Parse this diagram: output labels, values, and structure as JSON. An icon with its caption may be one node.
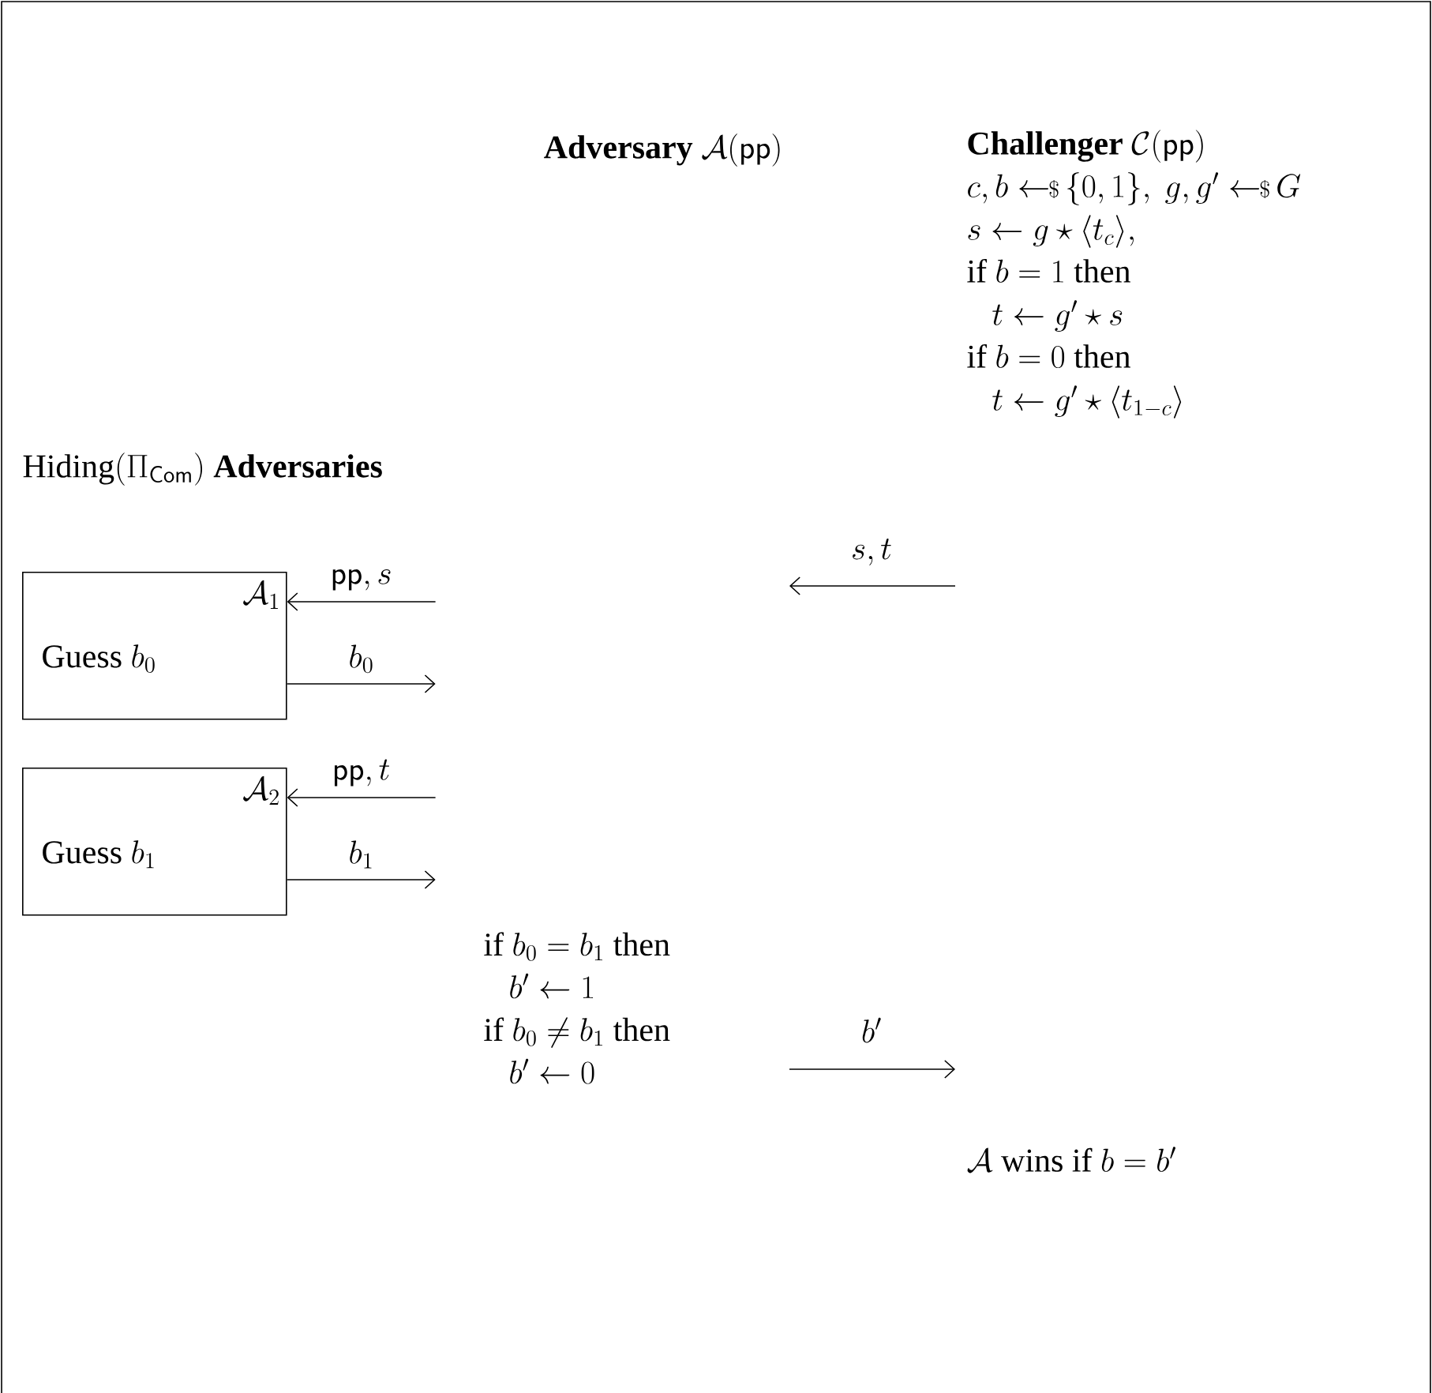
{
  "diagram": {
    "nodes": [
      {
        "text": [
          "\\textbf{Challenger}\\ \\mathcal{C}(\\mathsf{pp})",
          "c,b \\leftarrow\\!\\!{\\scriptstyle\\$}\\, \\{0,1\\},\\ g,g' \\leftarrow\\!\\!{\\scriptstyle\\$}\\, G",
          "s \\leftarrow g \\star \\langle t_c \\rangle,",
          "\\mathrm{if}\\ b=1\\ \\mathrm{then}",
          "t \\leftarrow g' \\star s",
          "\\mathrm{if}\\ b=0\\ \\mathrm{then}",
          "t \\leftarrow g' \\star \\langle t_{1-c} \\rangle"
        ]
      },
      {
        "text": [
          "\\mathcal{A}_1",
          "\\mathrm{Guess}\\ b_0"
        ]
      },
      {
        "text": [
          "\\mathcal{A}_2",
          "\\mathrm{Guess}\\ b_1"
        ]
      },
      {
        "text": [
          "\\mathrm{if}\\ b_0=b_1\\ \\mathrm{then}",
          "b' \\leftarrow 1",
          "\\mathrm{if}\\ b_0\\neq b_1\\ \\mathrm{then}",
          "b' \\leftarrow 0"
        ]
      },
      {
        "text": [
          "\\mathcal{A}\\ \\mathrm{wins\\ if}\\ b=b'"
        ]
      }
    ],
    "edges": [
      {
        "from": null,
        "to": 1,
        "arrow": "to",
        "label": "\\mathsf{pp},s"
      },
      {
        "from": 1,
        "to": null,
        "arrow": "to",
        "label": "b_0"
      },
      {
        "from": null,
        "to": 2,
        "arrow": "to",
        "label": "\\mathsf{pp},t"
      },
      {
        "from": 2,
        "to": null,
        "arrow": "to",
        "label": "b_1"
      }
    ],
    "labels": [
      "\\textbf{Adversary}\\ \\mathcal{A}(\\mathsf{pp})",
      "\\mathrm{Hiding}(\\Pi_{\\mathsf{Com}})\\ \\textbf{Adversaries}",
      "s,t",
      "b'"
    ]
  }
}
